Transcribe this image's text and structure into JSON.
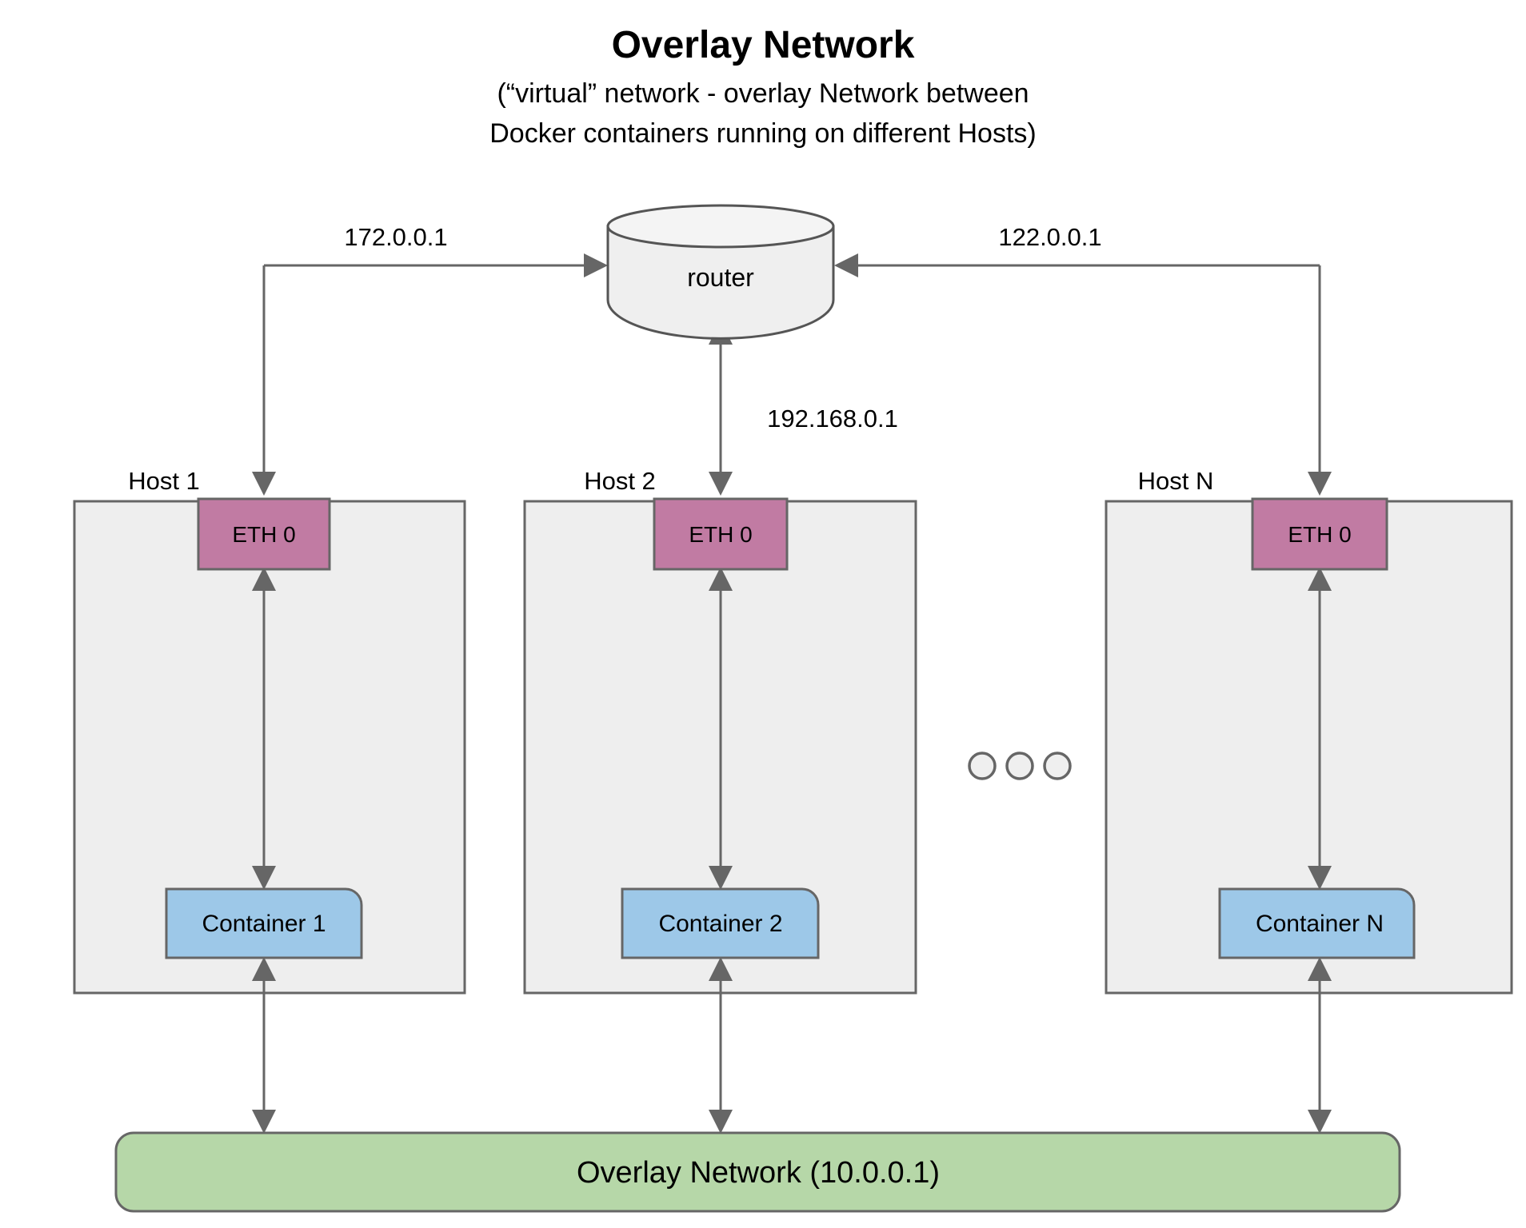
{
  "title": "Overlay Network",
  "subtitle_line1": "(“virtual” network - overlay Network between",
  "subtitle_line2": "Docker containers running on different Hosts)",
  "router": {
    "label": "router",
    "shape": "cylinder-icon"
  },
  "connections": {
    "left_ip": "172.0.0.1",
    "center_ip": "192.168.0.1",
    "right_ip": "122.0.0.1"
  },
  "hosts": [
    {
      "label": "Host 1",
      "eth_label": "ETH 0",
      "container_label": "Container 1"
    },
    {
      "label": "Host 2",
      "eth_label": "ETH 0",
      "container_label": "Container 2"
    },
    {
      "label": "Host N",
      "eth_label": "ETH 0",
      "container_label": "Container N"
    }
  ],
  "ellipsis": {
    "name": "more-hosts-ellipsis",
    "count": 3
  },
  "overlay_network": {
    "label": "Overlay Network (10.0.0.1)"
  },
  "colors": {
    "host_fill": "#eeeeee",
    "eth_fill": "#c17ba3",
    "container_fill": "#9dc8e8",
    "overlay_fill": "#b6d7a8",
    "router_fill": "#efefef",
    "stroke": "#666666",
    "text": "#000000",
    "background": "#ffffff"
  }
}
